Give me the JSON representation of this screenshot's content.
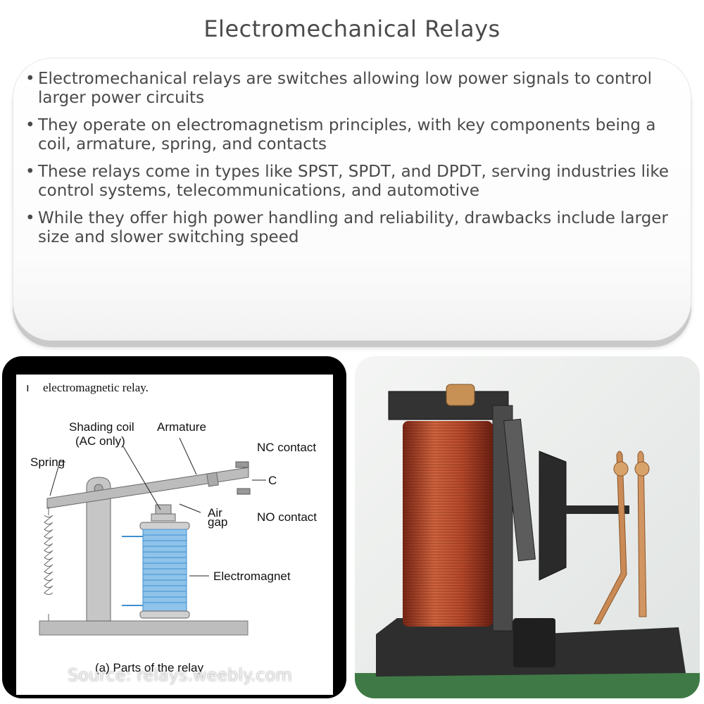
{
  "title": "Electromechanical Relays",
  "bullets": [
    "Electromechanical relays are switches allowing low power signals to control larger power circuits",
    "They operate on electromagnetism principles, with key components being a coil, armature, spring, and contacts",
    "These relays come in types like SPST, SPDT, and DPDT, serving industries like control systems, telecommunications, and automotive",
    "While they offer high power handling and reliability, drawbacks include larger size and slower switching speed"
  ],
  "diagram": {
    "heading_prefix": "ı",
    "heading": "electromagnetic relay.",
    "labels": {
      "shading_coil_1": "Shading coil",
      "shading_coil_2": "(AC only)",
      "armature": "Armature",
      "nc_contact": "NC contact",
      "c": "C",
      "spring": "Spring",
      "air": "Air",
      "gap": "gap",
      "no_contact": "NO contact",
      "electromagnet": "Electromagnet",
      "caption": "(a)  Parts of the relay"
    },
    "colors": {
      "coil": "#8fc3e9",
      "coil_line": "#3f8fd0",
      "metal": "#bdbdbd"
    }
  },
  "source": "Source: relays.weebly.com",
  "photo": {
    "coil_color": "#b5472a",
    "frame_color": "#2d2d2d"
  }
}
